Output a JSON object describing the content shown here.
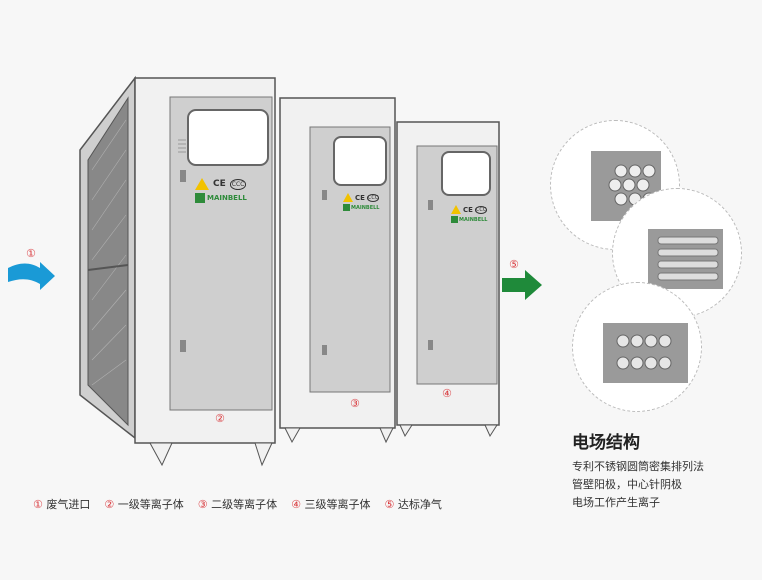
{
  "diagram": {
    "markers": {
      "m1": "①",
      "m2": "②",
      "m3": "③",
      "m4": "④",
      "m5": "⑤"
    },
    "legend": [
      {
        "num": "①",
        "text": "废气进口"
      },
      {
        "num": "②",
        "text": "一级等离子体"
      },
      {
        "num": "③",
        "text": "二级等离子体"
      },
      {
        "num": "④",
        "text": "三级等离子体"
      },
      {
        "num": "⑤",
        "text": "达标净气"
      }
    ],
    "brand": "MAINBELL",
    "ce_mark": "CE",
    "ccc_mark": "CCC"
  },
  "info": {
    "title": "电场结构",
    "lines": [
      "专利不锈钢圆筒密集排列法",
      "管壁阳极，中心针阴极",
      "电场工作产生离子"
    ]
  },
  "colors": {
    "inlet_arrow": "#1a9ad6",
    "outlet_arrow": "#1f8a3a",
    "marker": "#d9393d"
  }
}
